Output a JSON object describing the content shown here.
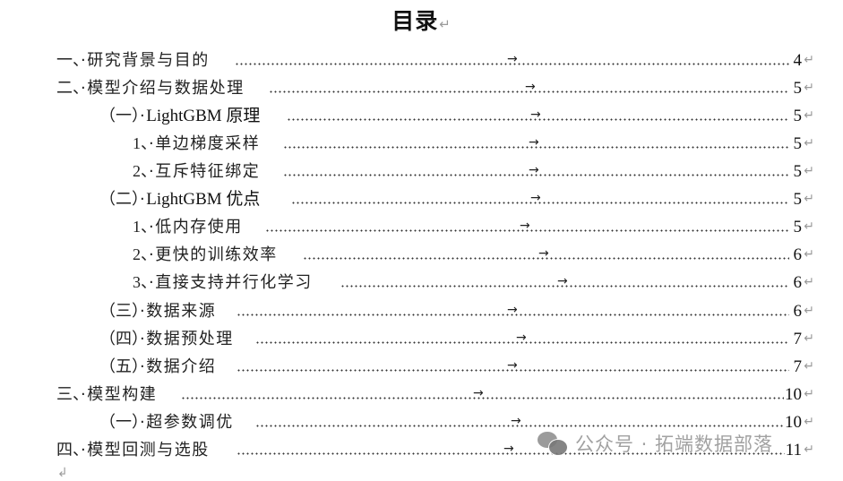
{
  "document": {
    "title": "目录",
    "paragraph_mark": "↵",
    "tab_mark": "→",
    "end_mark": "↲"
  },
  "toc": [
    {
      "level": 1,
      "number": "一、",
      "text": "研究背景与目的",
      "page": "4"
    },
    {
      "level": 1,
      "number": "二、",
      "text": "模型介绍与数据处理",
      "page": "5"
    },
    {
      "level": 2,
      "number": "（一）",
      "text": "LightGBM 原理",
      "page": "5"
    },
    {
      "level": 3,
      "number": "1、",
      "text": "单边梯度采样",
      "page": "5"
    },
    {
      "level": 3,
      "number": "2、",
      "text": "互斥特征绑定",
      "page": "5"
    },
    {
      "level": 2,
      "number": "（二）",
      "text": "LightGBM 优点",
      "page": "5"
    },
    {
      "level": 3,
      "number": "1、",
      "text": "低内存使用",
      "page": "5"
    },
    {
      "level": 3,
      "number": "2、",
      "text": "更快的训练效率",
      "page": "6"
    },
    {
      "level": 3,
      "number": "3、",
      "text": "直接支持并行化学习",
      "page": "6"
    },
    {
      "level": 2,
      "number": "（三）",
      "text": "数据来源",
      "page": "6"
    },
    {
      "level": 2,
      "number": "（四）",
      "text": "数据预处理",
      "page": "7"
    },
    {
      "level": 2,
      "number": "（五）",
      "text": "数据介绍",
      "page": "7"
    },
    {
      "level": 1,
      "number": "三、",
      "text": "模型构建",
      "page": "10"
    },
    {
      "level": 2,
      "number": "（一）",
      "text": "超参数调优",
      "page": "10"
    },
    {
      "level": 1,
      "number": "四、",
      "text": "模型回测与选股",
      "page": "11"
    }
  ],
  "watermark": {
    "icon": "wechat-icon",
    "text": "公众号 · 拓端数据部落"
  }
}
